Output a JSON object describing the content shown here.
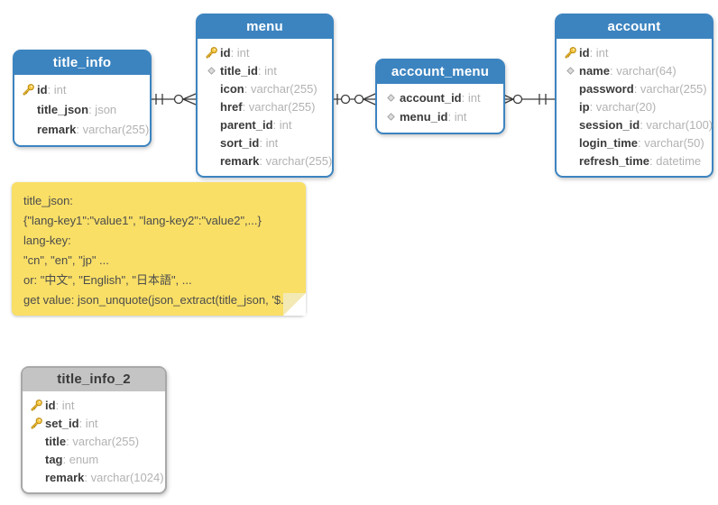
{
  "colors": {
    "table_blue": "#3c84c0",
    "table_gray_header": "#c4c4c4",
    "table_gray_border": "#a8a8a8",
    "note_bg": "#f9df66",
    "field_name": "#3b3b3b",
    "field_type": "#b2b2b2",
    "connector_line": "#3a3a3a",
    "key_icon": "#f6c844",
    "diamond_icon": "#dcdcdc"
  },
  "tables": [
    {
      "name": "title_info",
      "style": "blue",
      "fields": [
        {
          "icon": "key-icon",
          "name": "id",
          "type": "int"
        },
        {
          "icon": "none",
          "name": "title_json",
          "type": "json"
        },
        {
          "icon": "none",
          "name": "remark",
          "type": "varchar(255)"
        }
      ]
    },
    {
      "name": "menu",
      "style": "blue",
      "fields": [
        {
          "icon": "key-icon",
          "name": "id",
          "type": "int"
        },
        {
          "icon": "diamond-icon",
          "name": "title_id",
          "type": "int"
        },
        {
          "icon": "none",
          "name": "icon",
          "type": "varchar(255)"
        },
        {
          "icon": "none",
          "name": "href",
          "type": "varchar(255)"
        },
        {
          "icon": "none",
          "name": "parent_id",
          "type": "int"
        },
        {
          "icon": "none",
          "name": "sort_id",
          "type": "int"
        },
        {
          "icon": "none",
          "name": "remark",
          "type": "varchar(255)"
        }
      ]
    },
    {
      "name": "account_menu",
      "style": "blue",
      "fields": [
        {
          "icon": "diamond-icon",
          "name": "account_id",
          "type": "int"
        },
        {
          "icon": "diamond-icon",
          "name": "menu_id",
          "type": "int"
        }
      ]
    },
    {
      "name": "account",
      "style": "blue",
      "fields": [
        {
          "icon": "key-icon",
          "name": "id",
          "type": "int"
        },
        {
          "icon": "diamond-icon",
          "name": "name",
          "type": "varchar(64)"
        },
        {
          "icon": "none",
          "name": "password",
          "type": "varchar(255)"
        },
        {
          "icon": "none",
          "name": "ip",
          "type": "varchar(20)"
        },
        {
          "icon": "none",
          "name": "session_id",
          "type": "varchar(100)"
        },
        {
          "icon": "none",
          "name": "login_time",
          "type": "varchar(50)"
        },
        {
          "icon": "none",
          "name": "refresh_time",
          "type": "datetime"
        }
      ]
    },
    {
      "name": "title_info_2",
      "style": "gray",
      "fields": [
        {
          "icon": "key-icon",
          "name": "id",
          "type": "int"
        },
        {
          "icon": "key-icon",
          "name": "set_id",
          "type": "int"
        },
        {
          "icon": "none",
          "name": "title",
          "type": "varchar(255)"
        },
        {
          "icon": "none",
          "name": "tag",
          "type": "enum"
        },
        {
          "icon": "none",
          "name": "remark",
          "type": "varchar(1024)"
        }
      ]
    }
  ],
  "relationships": [
    {
      "from": "title_info",
      "to": "menu",
      "from_cardinality": "one-and-only-one",
      "to_cardinality": "zero-or-many"
    },
    {
      "from": "menu",
      "to": "account_menu",
      "from_cardinality": "zero-or-one",
      "to_cardinality": "zero-or-many"
    },
    {
      "from": "account_menu",
      "to": "account",
      "from_cardinality": "zero-or-many",
      "to_cardinality": "one-and-only-one"
    }
  ],
  "note": {
    "lines": [
      "title_json:",
      "{\"lang-key1\":\"value1\", \"lang-key2\":\"value2\",...}",
      "lang-key:",
      "\"cn\", \"en\", \"jp\" ...",
      "or: \"中文\", \"English\", \"日本語\", ...",
      "get value: json_unquote(json_extract(title_json, '$.cn')"
    ]
  }
}
